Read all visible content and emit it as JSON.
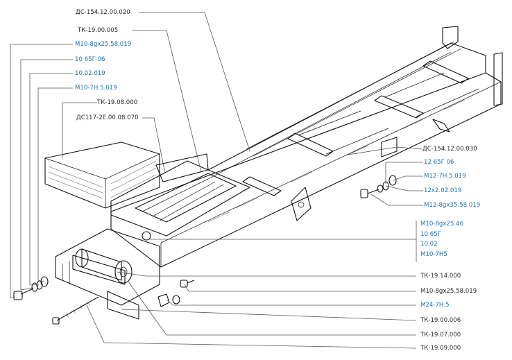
{
  "left_labels": [
    {
      "id": "ds-154-12-00-020",
      "text": "ДС-154.12.00.020",
      "color": "plain"
    },
    {
      "id": "tk-19-00-005",
      "text": "ТК-19.00.005",
      "color": "plain"
    },
    {
      "id": "m10-8gx25-58-019-top",
      "text": "М10-8gх25.58.019",
      "color": "blue"
    },
    {
      "id": "10-65g-06-left",
      "text": "10 65Г 06",
      "color": "blue"
    },
    {
      "id": "10-02-019",
      "text": "10.02.019",
      "color": "blue"
    },
    {
      "id": "m10-7n-5-019",
      "text": "М10-7Н.5.019",
      "color": "blue"
    },
    {
      "id": "tk-19-08-000",
      "text": "ТК-19.08.000",
      "color": "plain"
    },
    {
      "id": "ds117-2e-00-08-070",
      "text": "ДС117-2Е.00.08.070",
      "color": "plain"
    }
  ],
  "right_labels": [
    {
      "id": "ds-154-12-00-030",
      "text": "ДС-154.12.00.030",
      "color": "plain"
    },
    {
      "id": "12-65g-06",
      "text": "12 65Г 06",
      "color": "blue"
    },
    {
      "id": "m12-7n-5-019",
      "text": "М12-7Н.5.019",
      "color": "blue"
    },
    {
      "id": "12x2-02-019",
      "text": "12х2.02.019",
      "color": "blue"
    },
    {
      "id": "m12-8gx35-58-019",
      "text": "М12-8gх35.58.019",
      "color": "blue"
    }
  ],
  "grouped_labels": [
    "М10-8gх25.46",
    "10 65Г",
    "10.02",
    "М10-7Н5"
  ],
  "bottom_labels": [
    {
      "id": "tk-19-14-000",
      "text": "ТК-19.14.000",
      "color": "plain"
    },
    {
      "id": "m10-8gx25-58-019-bottom",
      "text": "М10-8gх25.58.019",
      "color": "plain"
    },
    {
      "id": "m24-7n-5",
      "text": "М24-7Н.5",
      "color": "blue"
    },
    {
      "id": "tk-19-00-006",
      "text": "ТК-19.00.006",
      "color": "plain"
    },
    {
      "id": "tk-19-07-000",
      "text": "ТК-19.07.000",
      "color": "plain"
    },
    {
      "id": "tk-19-09-000",
      "text": "ТК-19.09.000",
      "color": "plain"
    }
  ],
  "colors": {
    "plain": "#2a2a2a",
    "blue": "#1f6fb0",
    "line": "#555555",
    "ink": "#111111"
  }
}
